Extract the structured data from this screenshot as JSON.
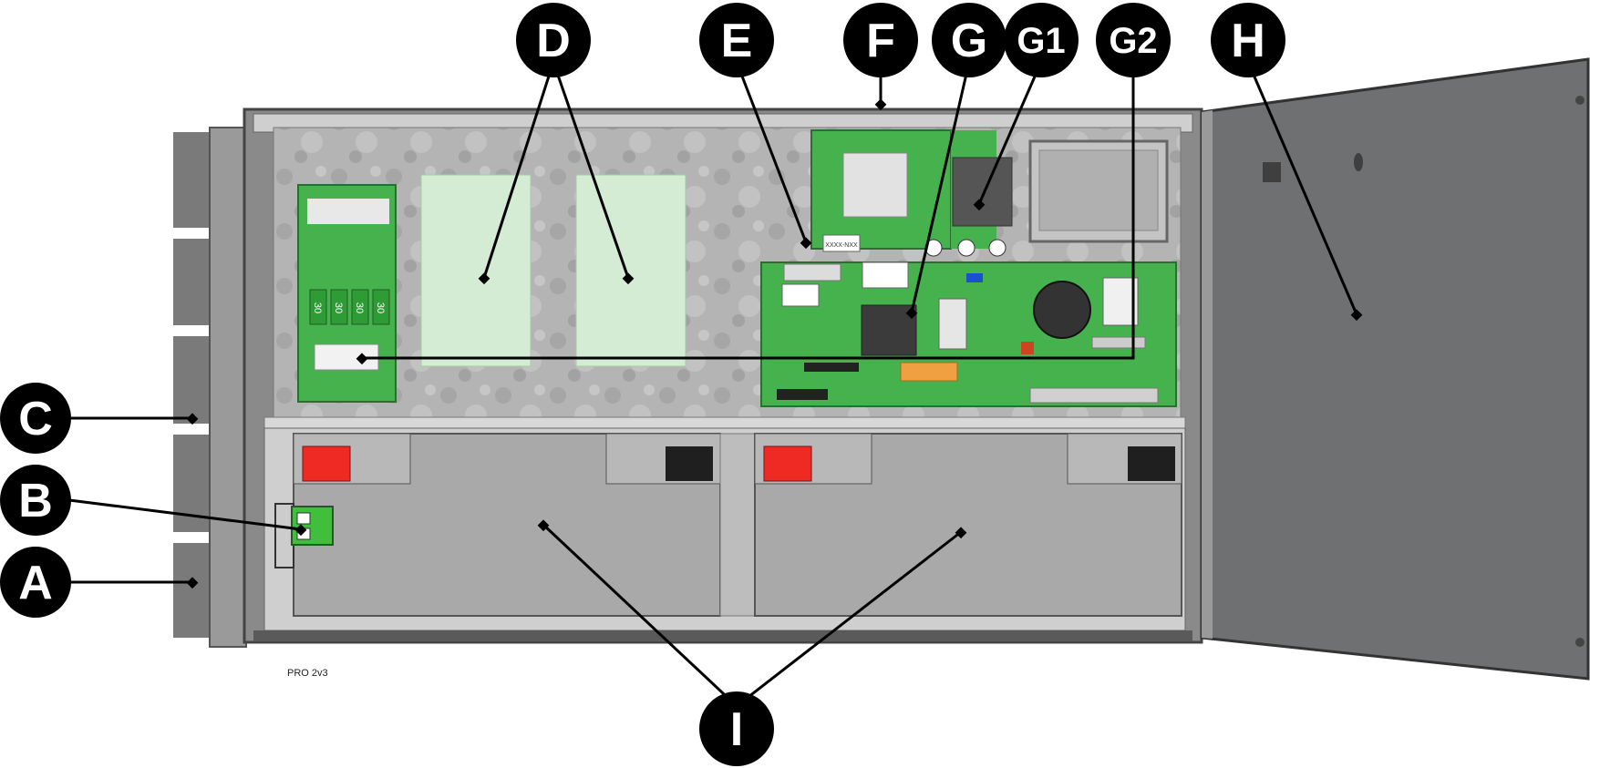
{
  "callouts": {
    "A": "A",
    "B": "B",
    "C": "C",
    "D": "D",
    "E": "E",
    "F": "F",
    "G": "G",
    "G1": "G1",
    "G2": "G2",
    "H": "H",
    "I": "I"
  },
  "model_label": "PRO 2v3",
  "pcb_labels": {
    "fuses": [
      "30",
      "30",
      "30",
      "30"
    ],
    "chip": "XXXX-NXX"
  },
  "colors": {
    "pcb_green": "#46b24e",
    "battery_gray": "#a9a9a9",
    "door_gray": "#6e7072",
    "terminal_red": "#ef2a24",
    "terminal_black": "#1f1f1f",
    "highlight_green": "#d4ecd3",
    "callout_black": "#000000"
  }
}
